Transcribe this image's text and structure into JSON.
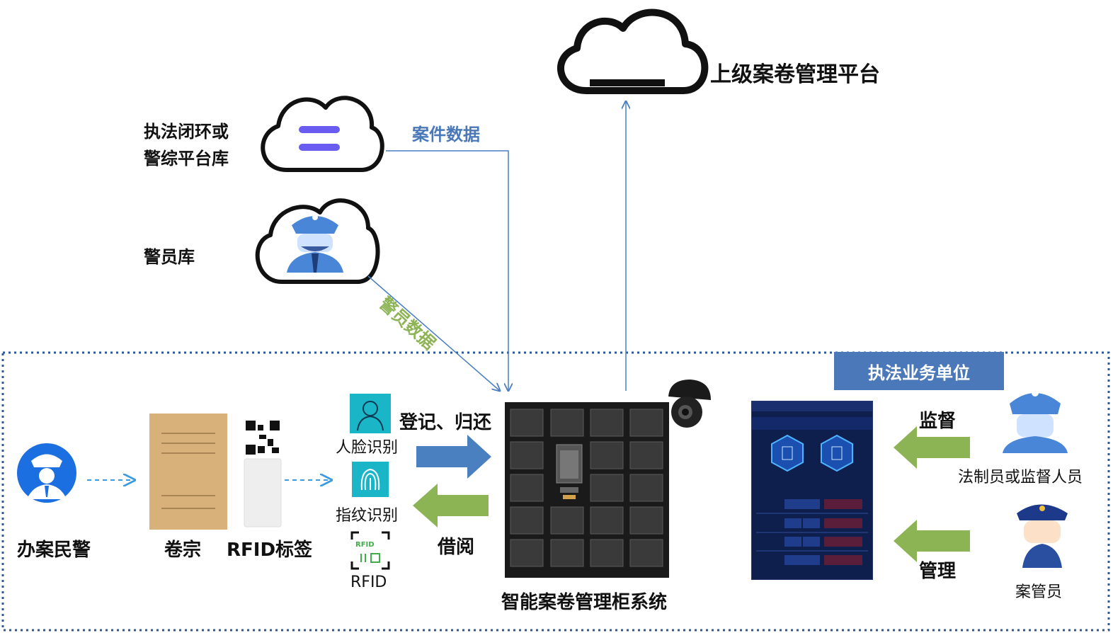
{
  "labels": {
    "upper_platform": "上级案卷管理平台",
    "law_platform_line1": "执法闭环或",
    "law_platform_line2": "警综平台库",
    "case_data": "案件数据",
    "police_db": "警员库",
    "police_data": "警员数据",
    "unit": "执法业务单位",
    "officer": "办案民警",
    "dossier": "卷宗",
    "rfid_tag": "RFID标签",
    "face": "人脸识别",
    "fingerprint": "指纹识别",
    "rfid": "RFID",
    "rfid_icon_text": "RFID",
    "register_return": "登记、归还",
    "borrow": "借阅",
    "cabinet": "智能案卷管理柜系统",
    "supervise": "监督",
    "manage": "管理",
    "legal_staff": "法制员或监督人员",
    "case_admin": "案管员"
  },
  "colors": {
    "blue_arrow": "#4a7fc0",
    "green_arrow": "#8db454",
    "dotted_border": "#2e5a96",
    "case_data_text": "#4a78b8",
    "police_data_text": "#8db454",
    "badge_bg": "#4a78b8"
  }
}
